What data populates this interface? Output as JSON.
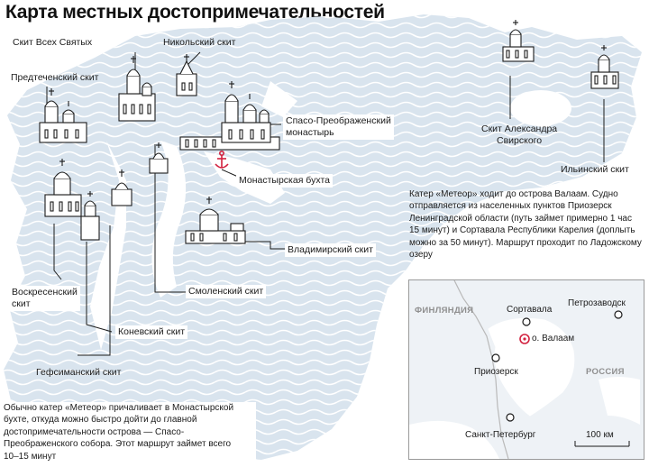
{
  "title": "Карта местных достопримечательностей",
  "colors": {
    "land": "#d9e4ee",
    "wave": "#ffffff",
    "line": "#1b1b1b",
    "anchor_accent": "#d2213f",
    "country_label": "#8f8f8f"
  },
  "sites": {
    "vse_svyatykh": "Скит Всех Святых",
    "nikolsky": "Никольский скит",
    "predtechensky": "Предтеченский скит",
    "spaso_1": "Спасо-Преображенский",
    "spaso_2": "монастырь",
    "bukhta": "Монастырская бухта",
    "alexander_1": "Скит Александра",
    "alexander_2": "Свирского",
    "ilyinsky": "Ильинский скит",
    "vladimirsky": "Владимирский скит",
    "smolensky": "Смоленский скит",
    "voskresensky_1": "Воскресенский",
    "voskresensky_2": "скит",
    "konevsky": "Коневский скит",
    "gefsimansky": "Гефсиманский скит"
  },
  "notes": {
    "meteor_route": [
      "Катер «Метеор» ходит до острова Валаам. Судно",
      "отправляется из населенных пунктов Приозерск",
      "Ленинградской области (путь займет примерно 1 час",
      "15 минут) и Сортавала Республики Карелия (доплыть",
      "можно за 50 минут). Маршрут проходит по Ладожскому",
      "озеру"
    ],
    "bay_route": [
      "Обычно катер «Метеор» причаливает в Монастырской",
      "бухте, откуда можно быстро дойти до главной",
      "достопримечательности острова — Спасо-",
      "Преображенского собора. Этот маршрут займет всего",
      "10–15 минут"
    ]
  },
  "inset": {
    "country_finland": "ФИНЛЯНДИЯ",
    "country_russia": "РОССИЯ",
    "sortavala": "Сортавала",
    "petrozavodsk": "Петрозаводск",
    "valaam": "о. Валаам",
    "priozersk": "Приозерск",
    "spb": "Санкт-Петербург",
    "scale": "100 км"
  },
  "icons": {
    "anchor": "anchor-icon",
    "church": "church-icon",
    "city_marker": "city-marker-icon"
  }
}
